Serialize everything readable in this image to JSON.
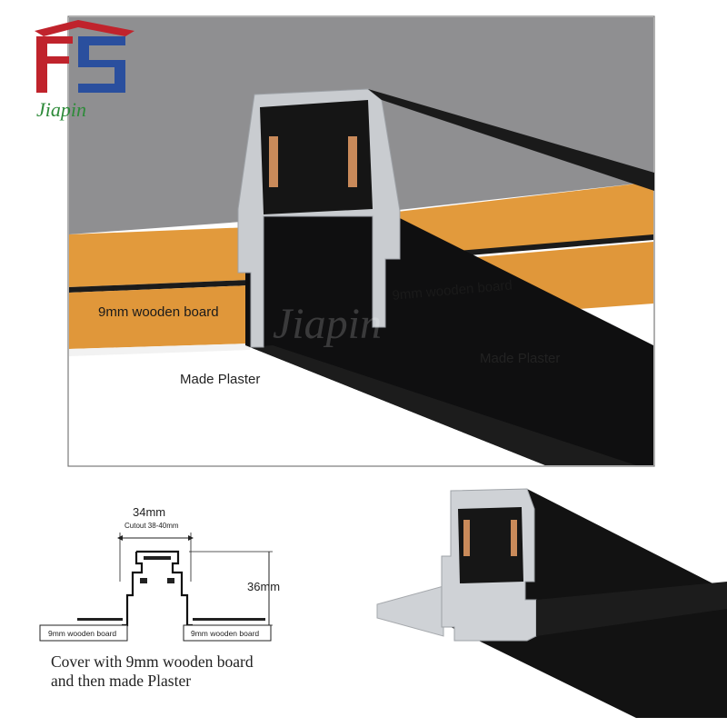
{
  "brand": {
    "name": "Jiapin",
    "watermark": "Jiapin",
    "colors": {
      "red": "#c0232c",
      "blue": "#2a4f9e",
      "green": "#2e8b3a"
    }
  },
  "main_scene": {
    "board_label_left": "9mm wooden board",
    "board_label_right": "9mm wooden board",
    "plaster_label_left": "Made Plaster",
    "plaster_label_right": "Made Plaster",
    "colors": {
      "ceiling": "#8f8f91",
      "wood": "#e29a3c",
      "plaster": "#ffffff",
      "track": "#111111",
      "aluminium": "#c9ccd0"
    }
  },
  "cross_section": {
    "width_label": "34mm",
    "cutout_label": "Cutout 38-40mm",
    "height_label": "36mm",
    "board_label_left": "9mm wooden board",
    "board_label_right": "9mm wooden board",
    "caption_line1": "Cover with 9mm wooden board",
    "caption_line2": "and then made Plaster"
  },
  "product_view": {
    "colors": {
      "body": "#121212",
      "flange": "#c9ccd0"
    }
  }
}
